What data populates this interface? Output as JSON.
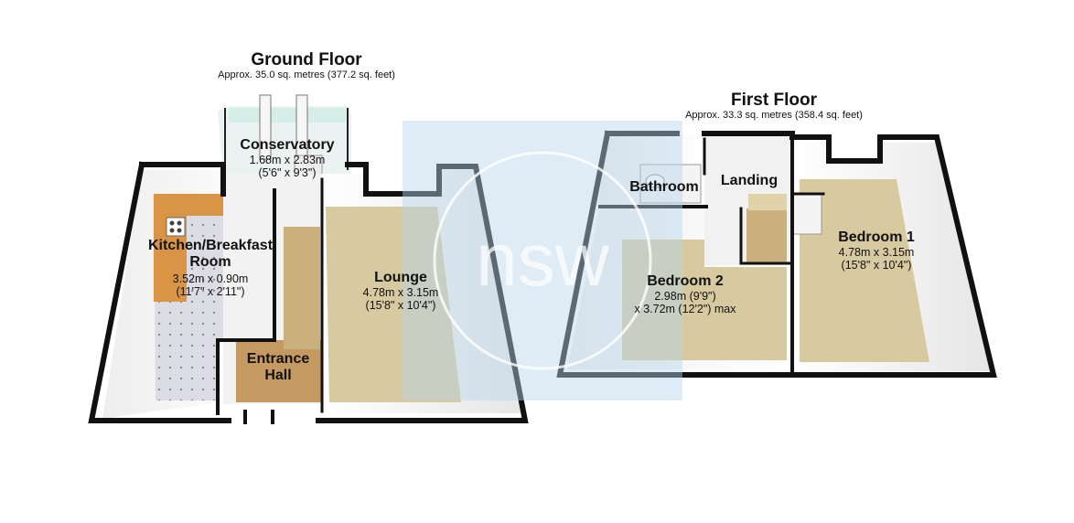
{
  "floors": [
    {
      "title": "Ground Floor",
      "area": "Approx. 35.0 sq. metres (377.2 sq. feet)",
      "rooms": [
        {
          "name": "Conservatory",
          "dims": [
            "1.68m x 2.83m",
            "(5'6\" x 9'3\")"
          ]
        },
        {
          "name": "Kitchen/Breakfast Room",
          "dims": [
            "3.52m x 0.90m",
            "(11'7\" x 2'11\")"
          ]
        },
        {
          "name": "Lounge",
          "dims": [
            "4.78m x 3.15m",
            "(15'8\" x 10'4\")"
          ]
        },
        {
          "name": "Entrance Hall",
          "dims": []
        }
      ]
    },
    {
      "title": "First Floor",
      "area": "Approx. 33.3 sq. metres (358.4 sq. feet)",
      "rooms": [
        {
          "name": "Bathroom",
          "dims": []
        },
        {
          "name": "Landing",
          "dims": []
        },
        {
          "name": "Bedroom 1",
          "dims": [
            "4.78m x 3.15m",
            "(15'8\" x 10'4\")"
          ]
        },
        {
          "name": "Bedroom 2",
          "dims": [
            "2.98m (9'9\")",
            "x 3.72m (12'2\") max"
          ]
        }
      ]
    }
  ],
  "watermark": {
    "text": "nsw"
  },
  "colors": {
    "wall": "#111111",
    "carpet": "#d7c9a0",
    "kitchen_floor": "#dcdce4",
    "worktop": "#d99545",
    "watermark": "#b9d4ea"
  }
}
